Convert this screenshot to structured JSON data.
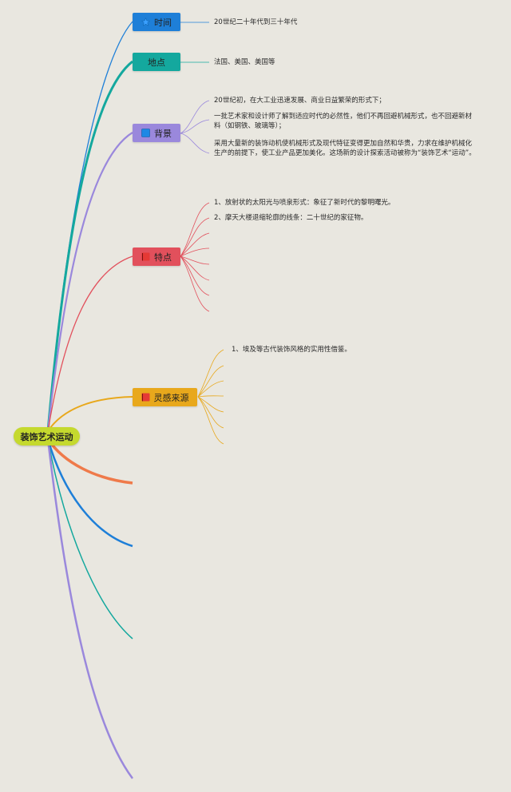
{
  "root": {
    "label": "装饰艺术运动"
  },
  "topics": {
    "time": {
      "label": "时间",
      "color": "#1e7fd8",
      "icon": "star-icon",
      "detail": "20世纪二十年代到三十年代"
    },
    "place": {
      "label": "地点",
      "color": "#14a89e",
      "detail": "法国、美国、美国等"
    },
    "background": {
      "label": "背景",
      "color": "#9a88dc",
      "icon": "blue-square-icon",
      "details": [
        "20世纪初，在大工业迅速发展、商业日益繁荣的形式下；",
        "一批艺术家和设计师了解到适应时代的必然性，他们不再回避机械形式，也不回避新材料（如钢铁、玻璃等）；",
        "采用大量新的装饰动机使机械形式及现代特征变得更加自然和华贵，力求在维护机械化生产的前提下，使工业产品更加美化。这场新的设计探索活动被称为“装饰艺术“运动”。"
      ]
    },
    "features": {
      "label": "特点",
      "color": "#e2505c",
      "icon": "red-flag-icon",
      "details": [
        "1、放射状的太阳光与喷泉形式：象征了新时代的黎明曙光。",
        "2、摩天大楼退缩轮廓的线条：二十世纪的家征物。"
      ]
    },
    "inspiration": {
      "label": "灵感来源",
      "color": "#e8a81c",
      "icon": "red-flag-icon",
      "details": [
        "1、埃及等古代装饰风格的实用性借鉴。"
      ]
    }
  },
  "extra_branch_colors": [
    "#ef7a4a",
    "#1e7fd8",
    "#14a89e",
    "#9a88dc"
  ]
}
